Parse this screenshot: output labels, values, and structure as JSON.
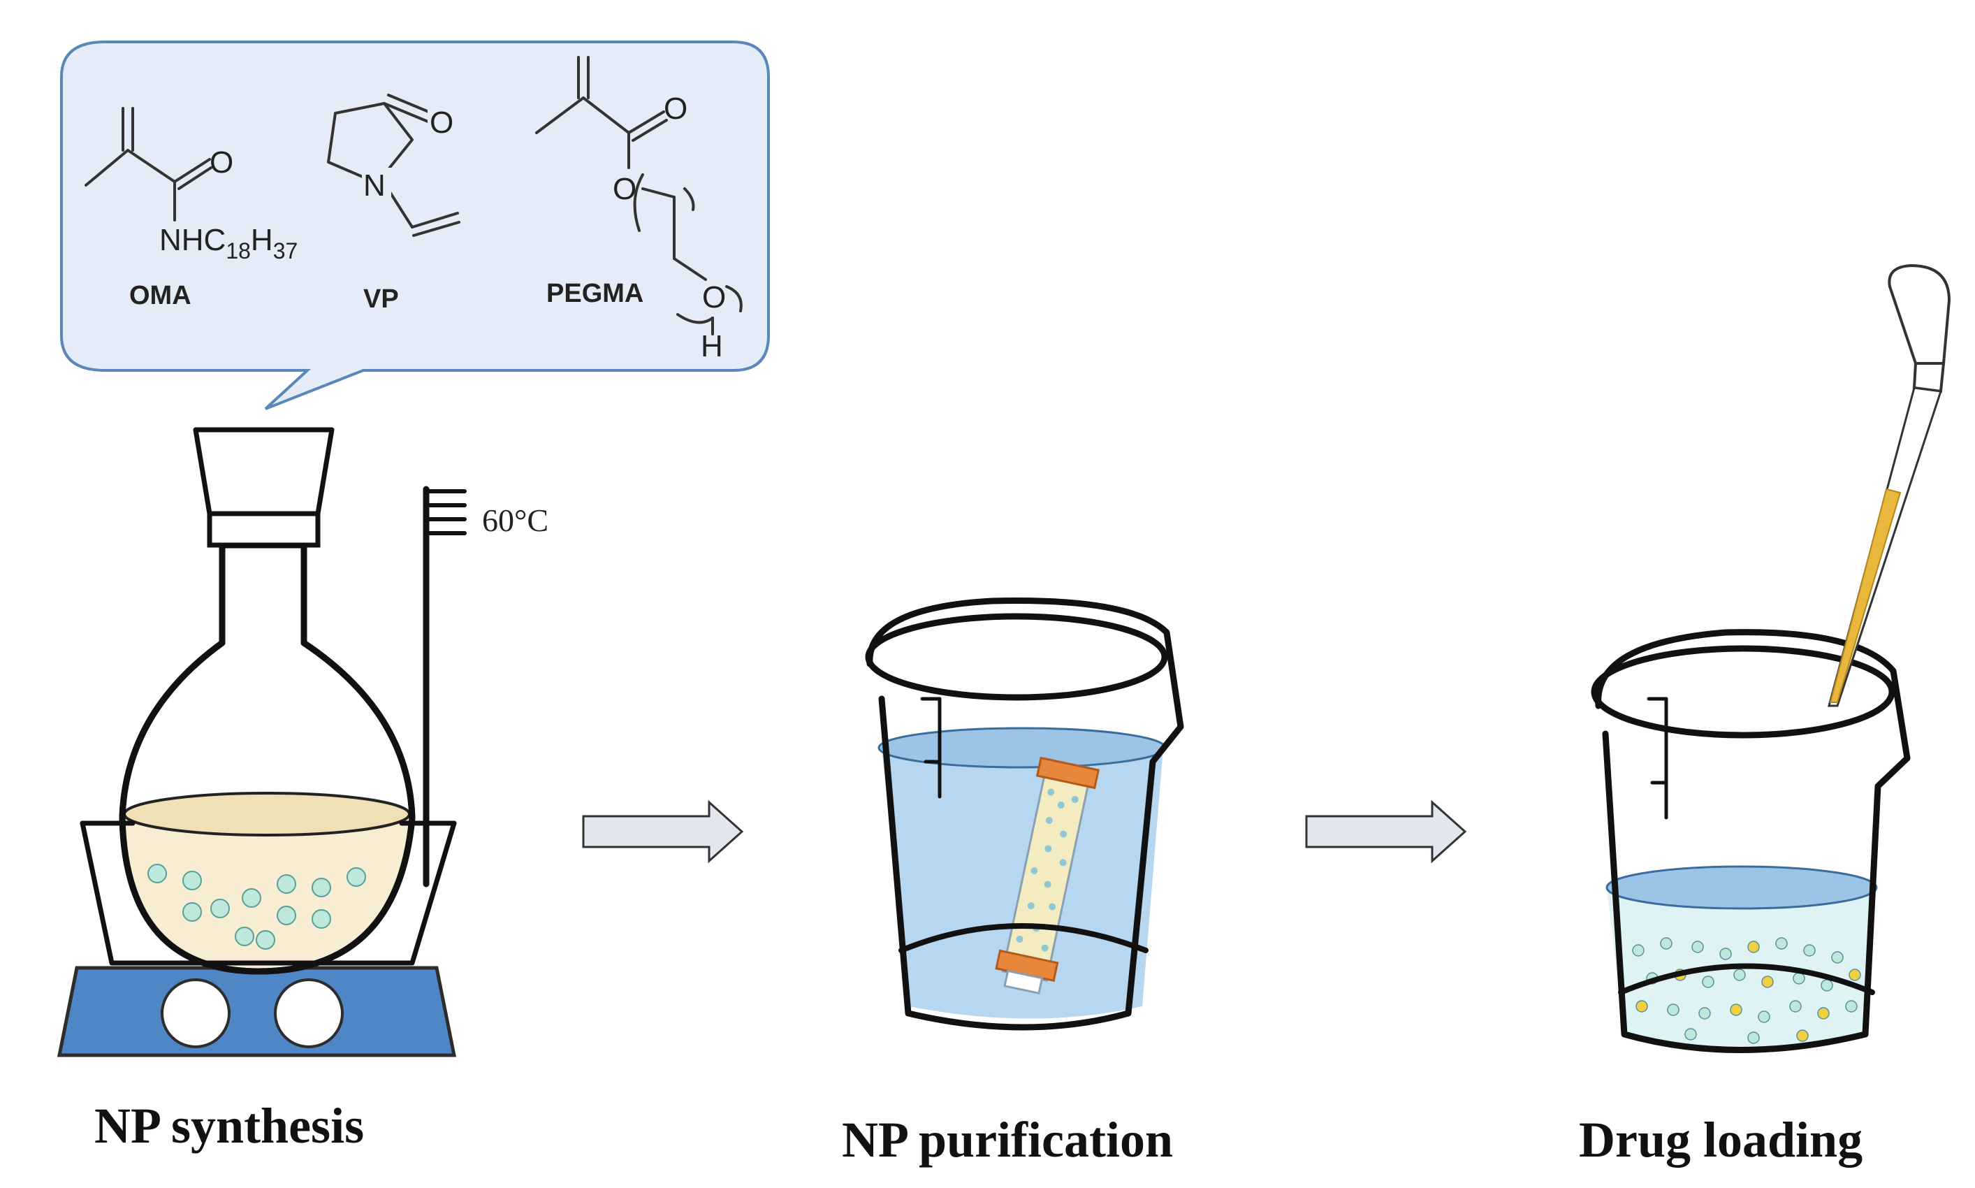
{
  "monomers": {
    "oma": {
      "label": "OMA",
      "atom_o": "O",
      "atom_nh": "NHC",
      "sub_18": "18",
      "atom_h": "H",
      "sub_37": "37"
    },
    "vp": {
      "label": "VP",
      "atom_o": "O",
      "atom_n": "N"
    },
    "pegma": {
      "label": "PEGMA",
      "atom_o1": "O",
      "atom_o2": "O",
      "atom_o3": "O",
      "atom_h": "H"
    }
  },
  "temperature": "60°C",
  "steps": [
    {
      "label": "NP synthesis"
    },
    {
      "label": "NP purification"
    },
    {
      "label": "Drug loading"
    }
  ],
  "colors": {
    "callout_fill": "#e4edf7",
    "callout_stroke": "#5b87b8",
    "hotplate": "#4f87c6",
    "solution_yellow": "#f6edd3",
    "np_particle": "#bfe8dd",
    "dialysis_water": "#b7d6ef",
    "dialysis_tube": "#f3ecc0",
    "clamp": "#e6873b",
    "drug_particle": "#f0d040",
    "pipette_fill": "#e9b73c",
    "arrow_fill": "#e2e6ee"
  },
  "icons": [
    "round-bottom-flask-icon",
    "thermometer-icon",
    "hotplate-icon",
    "beaker-icon",
    "dialysis-bag-icon",
    "pipette-icon",
    "arrow-right-icon"
  ]
}
